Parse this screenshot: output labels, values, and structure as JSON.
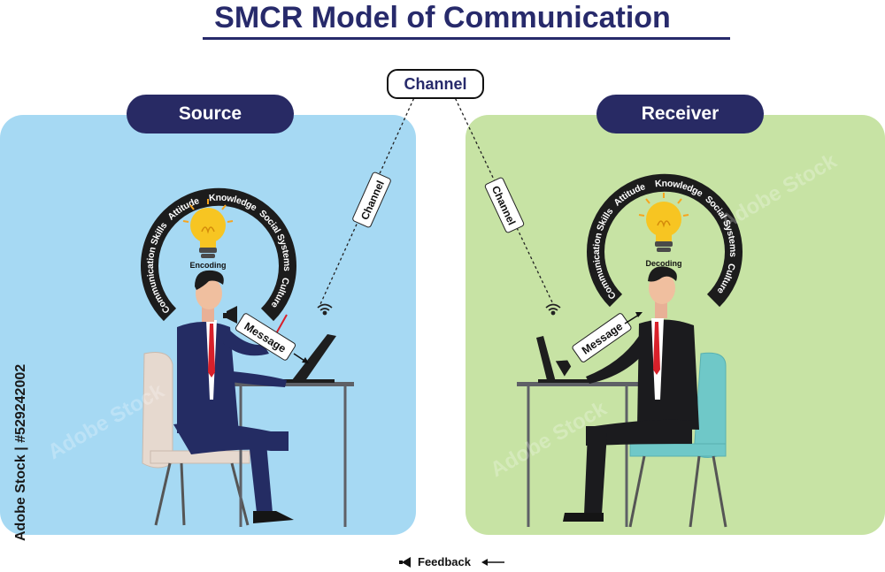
{
  "title": "SMCR Model of Communication",
  "source": {
    "label": "Source",
    "arc_items": [
      "Communication Skills",
      "Attitude",
      "Knowledge",
      "Social Systems",
      "Culture"
    ],
    "process": "Encoding",
    "message": "Message",
    "channel_tag": "Channel"
  },
  "receiver": {
    "label": "Receiver",
    "arc_items": [
      "Communication Skills",
      "Attitude",
      "Knowledge",
      "Social Systems",
      "Culture"
    ],
    "process": "Decoding",
    "message": "Message",
    "channel_tag": "Channel"
  },
  "channel": "Channel",
  "feedback": "Feedback",
  "watermark": "Adobe Stock",
  "stock_id": "Adobe Stock | #529242002",
  "colors": {
    "navy": "#282a64",
    "source_bg": "#a6d9f3",
    "receiver_bg": "#c7e3a4",
    "bulb": "#f7c522",
    "tie": "#d8202a"
  },
  "icons": [
    "lightbulb-icon",
    "wifi-icon",
    "megaphone-icon",
    "laptop-icon"
  ]
}
